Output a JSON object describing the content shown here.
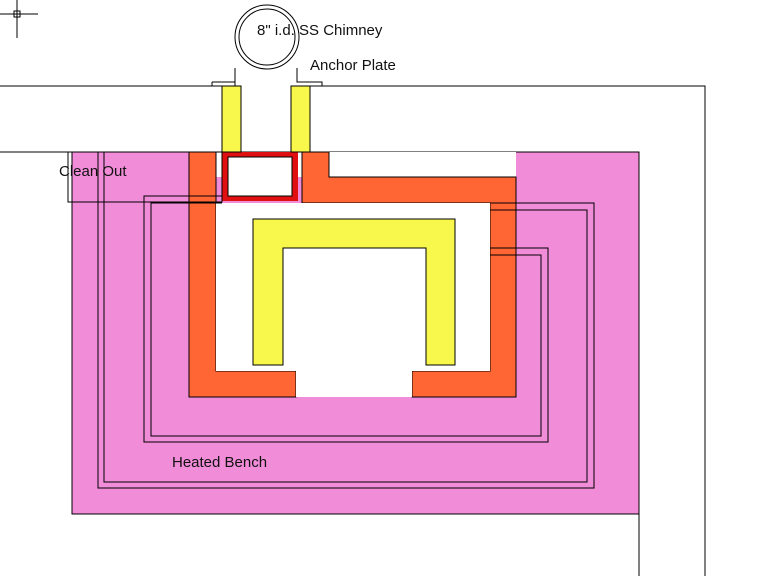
{
  "labels": {
    "chimney": "8\" i.d. SS Chimney",
    "anchor_plate": "Anchor Plate",
    "clean_out": "Clean Out",
    "heated_bench": "Heated Bench"
  },
  "colors": {
    "bench_pink": "#f08cd8",
    "firebrick_orange": "#ff6633",
    "yellow": "#f8f84c",
    "clean_out_red": "#e01010",
    "line": "#000000",
    "background": "#ffffff"
  }
}
